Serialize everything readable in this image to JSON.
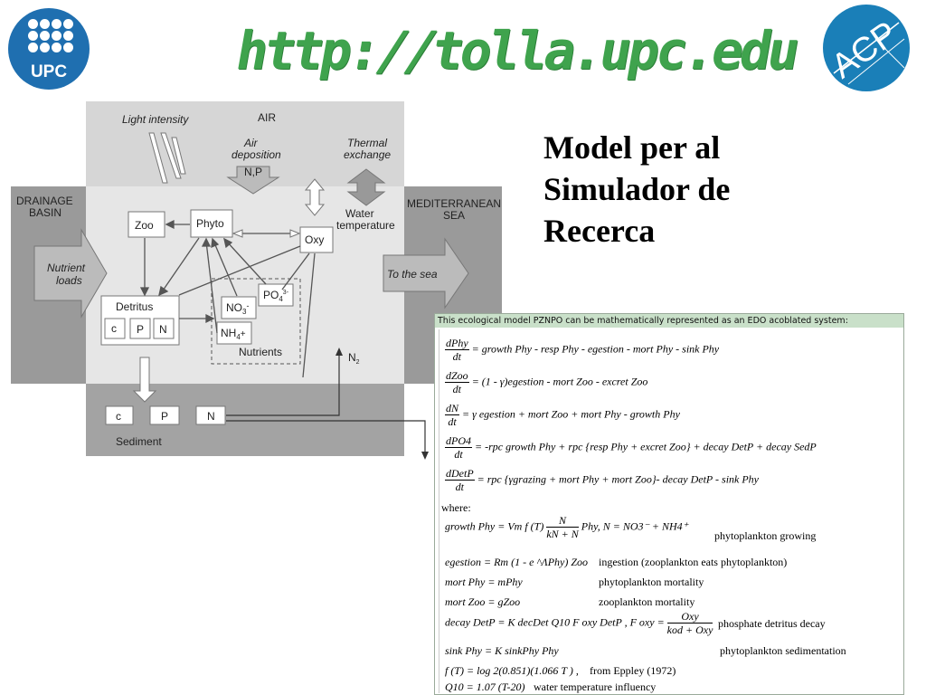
{
  "header": {
    "url": "http://tolla.upc.edu",
    "upc_logo_text": "UPC",
    "acp_logo_text": "ACP"
  },
  "title_lines": [
    "Model per al",
    "Simulador de",
    "Recerca"
  ],
  "diagram": {
    "air": "AIR",
    "light_intensity": "Light intensity",
    "air_deposition_1": "Air",
    "air_deposition_2": "deposition",
    "np": "N,P",
    "thermal_1": "Thermal",
    "thermal_2": "exchange",
    "water_1": "Water",
    "water_2": "temperature",
    "drainage_1": "DRAINAGE",
    "drainage_2": "BASIN",
    "nutrient_1": "Nutrient",
    "nutrient_2": "loads",
    "med_1": "MEDITERRANEAN",
    "med_2": "SEA",
    "to_sea": "To the sea",
    "zoo": "Zoo",
    "phyto": "Phyto",
    "oxy": "Oxy",
    "detritus": "Detritus",
    "c": "c",
    "p": "P",
    "n": "N",
    "no3": "NO",
    "no3_sub": "3",
    "no3_sup": "-",
    "po4": "PO",
    "po4_sub": "4",
    "po4_sup": "3-",
    "nh4": "NH",
    "nh4_sub": "4",
    "nh4_sup": "+",
    "nutrients": "Nutrients",
    "n2": "N",
    "n2_sub": "2",
    "sed_c": "c",
    "sed_p": "P",
    "sed_n": "N",
    "sediment": "Sediment"
  },
  "equations": {
    "header": "This ecological model PZNPO can be mathematically represented as an EDO acoblated system:",
    "eq1_num": "dPhy",
    "eq1_den": "dt",
    "eq1_rhs": "= growth Phy - resp Phy - egestion - mort Phy - sink Phy",
    "eq2_num": "dZoo",
    "eq2_den": "dt",
    "eq2_rhs": "= (1 - γ)egestion - mort Zoo - excret Zoo",
    "eq3_num": "dN",
    "eq3_den": "dt",
    "eq3_rhs": "= γ egestion + mort Zoo + mort Phy - growth Phy",
    "eq4_num": "dPO4",
    "eq4_den": "dt",
    "eq4_rhs": "= -rpc growth Phy + rpc {resp Phy + excret Zoo} + decay DetP + decay SedP",
    "eq5_num": "dDetP",
    "eq5_den": "dt",
    "eq5_rhs": "= rpc {γgrazing + mort Phy + mort Zoo}- decay DetP - sink Phy",
    "where": "where:",
    "d1_lhs": "growth Phy = Vm f (T)",
    "d1_num": "N",
    "d1_den": "kN + N",
    "d1_mid": "Phy,   N = NO3⁻ + NH4⁺",
    "d1_desc": "phytoplankton growing",
    "d2_lhs": "egestion = Rm (1 - e ^ΛPhy) Zoo",
    "d2_desc": "ingestion (zooplankton eats phytoplankton)",
    "d3_lhs": "mort Phy = mPhy",
    "d3_desc": "phytoplankton mortality",
    "d4_lhs": "mort Zoo = gZoo",
    "d4_desc": "zooplankton mortality",
    "d5_lhs": "decay DetP = K decDet Q10 F oxy DetP ,   F oxy =",
    "d5_num": "Oxy",
    "d5_den": "kod + Oxy",
    "d5_desc": "phosphate detritus decay",
    "d6_lhs": "sink Phy = K sinkPhy Phy",
    "d6_desc": "phytoplankton sedimentation",
    "d7_lhs": "f (T) = log 2(0.851)(1.066 T ) ,",
    "d7_desc": "from Eppley (1972)",
    "d8_lhs": "Q10 = 1.07 (T-20)",
    "d8_desc": "water temperature influency"
  }
}
